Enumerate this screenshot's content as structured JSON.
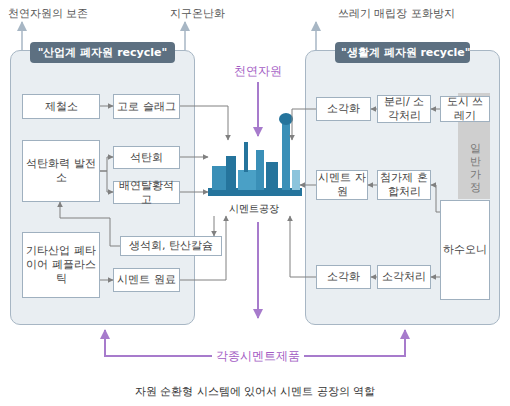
{
  "diagram": {
    "caption": "자원 순환형 시스템에 있어서 시멘트 공장의 역할",
    "nodes": [
      {
        "text": [
          "\"산업계 폐자원 recycle\""
        ]
      },
      {
        "text": [
          "제철소"
        ],
        "in": 0
      },
      {
        "text": [
          "고로 슬래그"
        ],
        "in": 0
      },
      {
        "text": [
          "석탄화력 발전소"
        ],
        "in": 0
      },
      {
        "text": [
          "석탄회"
        ],
        "in": 0
      },
      {
        "text": [
          "배연탈황석고"
        ],
        "in": 0
      },
      {
        "text": [
          "생석회, 탄산칼슘"
        ],
        "in": 0
      },
      {
        "text": [
          "기타산업 폐타이어 폐플라스틱"
        ],
        "in": 0
      },
      {
        "text": [
          "시멘트 원료"
        ],
        "in": 0
      },
      {
        "text": [
          "시멘트공장"
        ]
      },
      {
        "text": [
          "\"생활계 폐자원 recycle\""
        ]
      },
      {
        "text": [
          "소각화"
        ],
        "in": 10
      },
      {
        "text": [
          "분리/ 소각처리"
        ],
        "in": 10
      },
      {
        "text": [
          "일반가정"
        ],
        "in": 10
      },
      {
        "text": [
          "도시 쓰레기"
        ],
        "in": 10
      },
      {
        "text": [
          "시멘트 자원"
        ],
        "in": 10
      },
      {
        "text": [
          "첨가제 혼합처리"
        ],
        "in": 10
      },
      {
        "text": [
          "하수오니"
        ],
        "in": 10
      },
      {
        "text": [
          "소각화"
        ],
        "in": 10
      },
      {
        "text": [
          "소각처리"
        ],
        "in": 10
      }
    ],
    "edges": [
      {
        "from": 1,
        "to": 2,
        "arrow": "to"
      },
      {
        "from": 2,
        "to": 9,
        "arrow": "to"
      },
      {
        "from": 3,
        "to": 4,
        "arrow": "to"
      },
      {
        "from": 3,
        "to": 5,
        "arrow": "to"
      },
      {
        "from": 4,
        "to": 9,
        "arrow": "to"
      },
      {
        "from": 5,
        "to": 9,
        "arrow": "to"
      },
      {
        "from": 9,
        "to": 6,
        "arrow": "to"
      },
      {
        "from": 6,
        "to": 3,
        "arrow": "to"
      },
      {
        "from": 7,
        "to": 8,
        "arrow": "to"
      },
      {
        "from": 8,
        "to": 9,
        "arrow": "to"
      },
      {
        "from": 14,
        "to": 12,
        "arrow": "to"
      },
      {
        "from": 12,
        "to": 11,
        "arrow": "to"
      },
      {
        "from": 11,
        "to": 9,
        "arrow": "to"
      },
      {
        "from": 17,
        "to": 16,
        "arrow": "to"
      },
      {
        "from": 16,
        "to": 15,
        "arrow": "to"
      },
      {
        "from": 15,
        "to": 9,
        "arrow": "to"
      },
      {
        "from": 17,
        "to": 19,
        "arrow": "to"
      },
      {
        "from": 19,
        "to": 18,
        "arrow": "to"
      },
      {
        "from": 18,
        "to": 9,
        "arrow": "to"
      }
    ],
    "labels": [
      "천연자원의 보존",
      "지구온난화",
      "쓰레기 매립장 포화방지",
      "천연자원",
      "각종시멘트제품"
    ]
  }
}
